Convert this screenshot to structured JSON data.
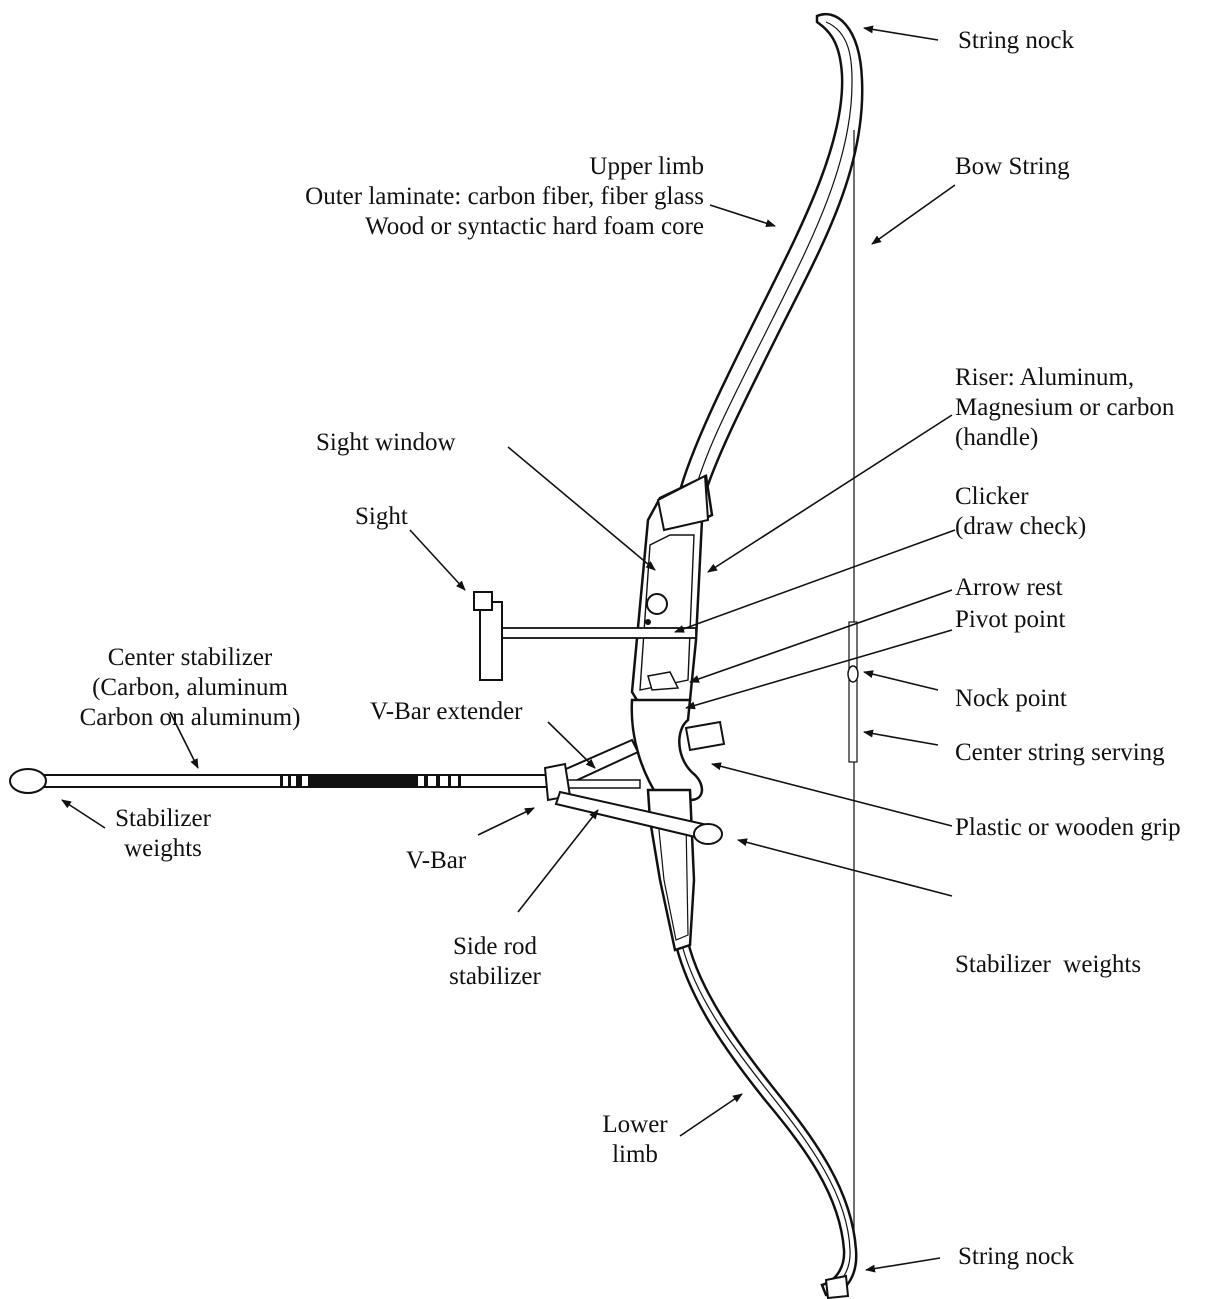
{
  "colors": {
    "ink": "#111111",
    "paper": "#ffffff",
    "shade": "#d9d9d9"
  },
  "labels": {
    "string_nock_top": "String nock",
    "upper_limb": [
      "Upper limb",
      "Outer laminate: carbon fiber, fiber glass",
      "Wood or syntactic hard foam core"
    ],
    "bow_string": "Bow String",
    "riser": [
      "Riser: Aluminum,",
      "Magnesium or carbon",
      "(handle)"
    ],
    "sight_window": "Sight window",
    "sight": "Sight",
    "clicker": [
      "Clicker",
      "(draw check)"
    ],
    "arrow_rest": "Arrow rest",
    "pivot_point": "Pivot point",
    "center_stabilizer": [
      "Center stabilizer",
      "(Carbon, aluminum",
      "Carbon on aluminum)"
    ],
    "v_bar_extender": "V-Bar extender",
    "nock_point": "Nock point",
    "center_string_serving": "Center string serving",
    "stabilizer_weights_left": [
      "Stabilizer",
      "weights"
    ],
    "v_bar": "V-Bar",
    "plastic_grip": "Plastic or wooden grip",
    "stabilizer_weights_right": "Stabilizer  weights",
    "side_rod": [
      "Side rod",
      "stabilizer"
    ],
    "lower_limb": [
      "Lower",
      "limb"
    ],
    "string_nock_bottom": "String nock"
  }
}
